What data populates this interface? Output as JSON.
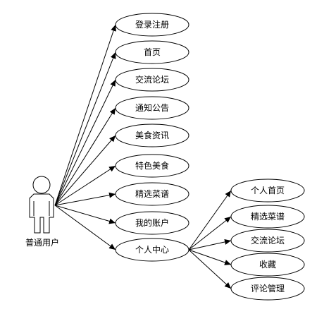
{
  "actor": {
    "label": "普通用户"
  },
  "use_cases": [
    {
      "id": "login",
      "label": "登录注册"
    },
    {
      "id": "home",
      "label": "首页"
    },
    {
      "id": "forum",
      "label": "交流论坛"
    },
    {
      "id": "notice",
      "label": "通知公告"
    },
    {
      "id": "food-news",
      "label": "美食资讯"
    },
    {
      "id": "special-food",
      "label": "特色美食"
    },
    {
      "id": "recipes",
      "label": "精选菜谱"
    },
    {
      "id": "my-account",
      "label": "我的账户"
    },
    {
      "id": "personal-center",
      "label": "个人中心"
    }
  ],
  "sub_use_cases": [
    {
      "id": "personal-home",
      "label": "个人首页"
    },
    {
      "id": "sub-recipes",
      "label": "精选菜谱"
    },
    {
      "id": "sub-forum",
      "label": "交流论坛"
    },
    {
      "id": "favorites",
      "label": "收藏"
    },
    {
      "id": "comment-manage",
      "label": "评论管理"
    }
  ]
}
